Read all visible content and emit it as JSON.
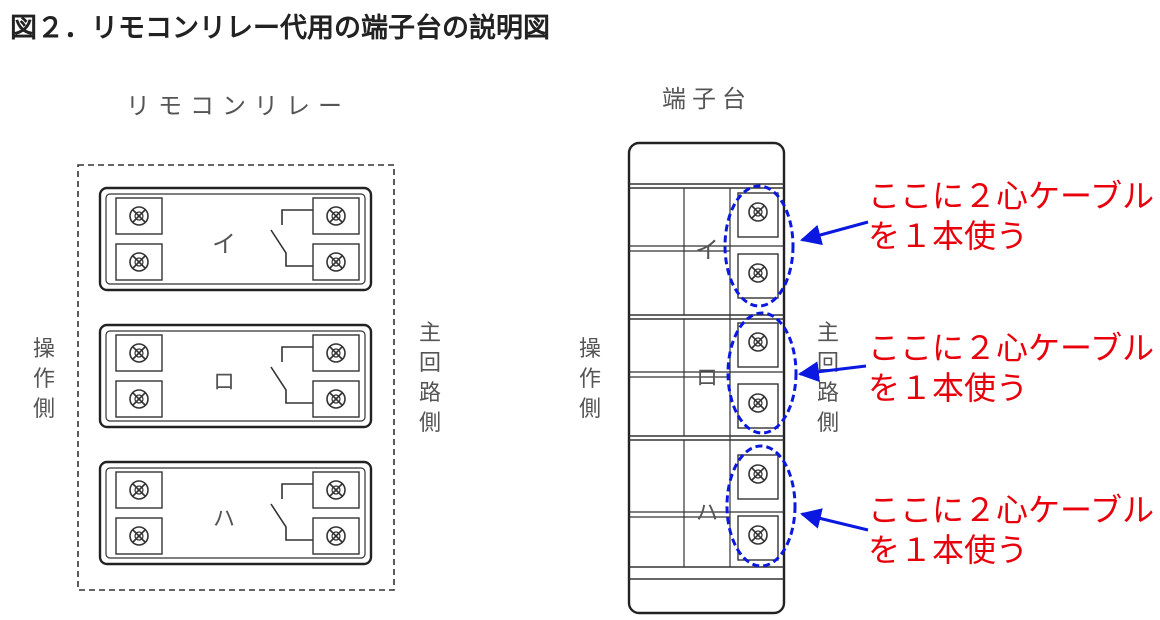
{
  "title": "図２．リモコンリレー代用の端子台の説明図",
  "relay": {
    "label": "リモコンリレー",
    "left_side_label": [
      "操",
      "作",
      "側"
    ],
    "right_side_label": [
      "主",
      "回",
      "路",
      "側"
    ],
    "units": [
      {
        "label": "イ"
      },
      {
        "label": "ロ"
      },
      {
        "label": "ハ"
      }
    ]
  },
  "terminal_block": {
    "label": "端子台",
    "left_side_label": [
      "操",
      "作",
      "側"
    ],
    "right_side_label": [
      "主",
      "回",
      "路",
      "側"
    ],
    "groups": [
      {
        "label": "イ"
      },
      {
        "label": "ロ"
      },
      {
        "label": "ハ"
      }
    ]
  },
  "annotations": [
    {
      "line1": "ここに２心ケーブル",
      "line2": "を１本使う"
    },
    {
      "line1": "ここに２心ケーブル",
      "line2": "を１本使う"
    },
    {
      "line1": "ここに２心ケーブル",
      "line2": "を１本使う"
    }
  ],
  "colors": {
    "annotation_text": "#e8000b",
    "highlight": "#0a18e0",
    "line": "#333333"
  }
}
